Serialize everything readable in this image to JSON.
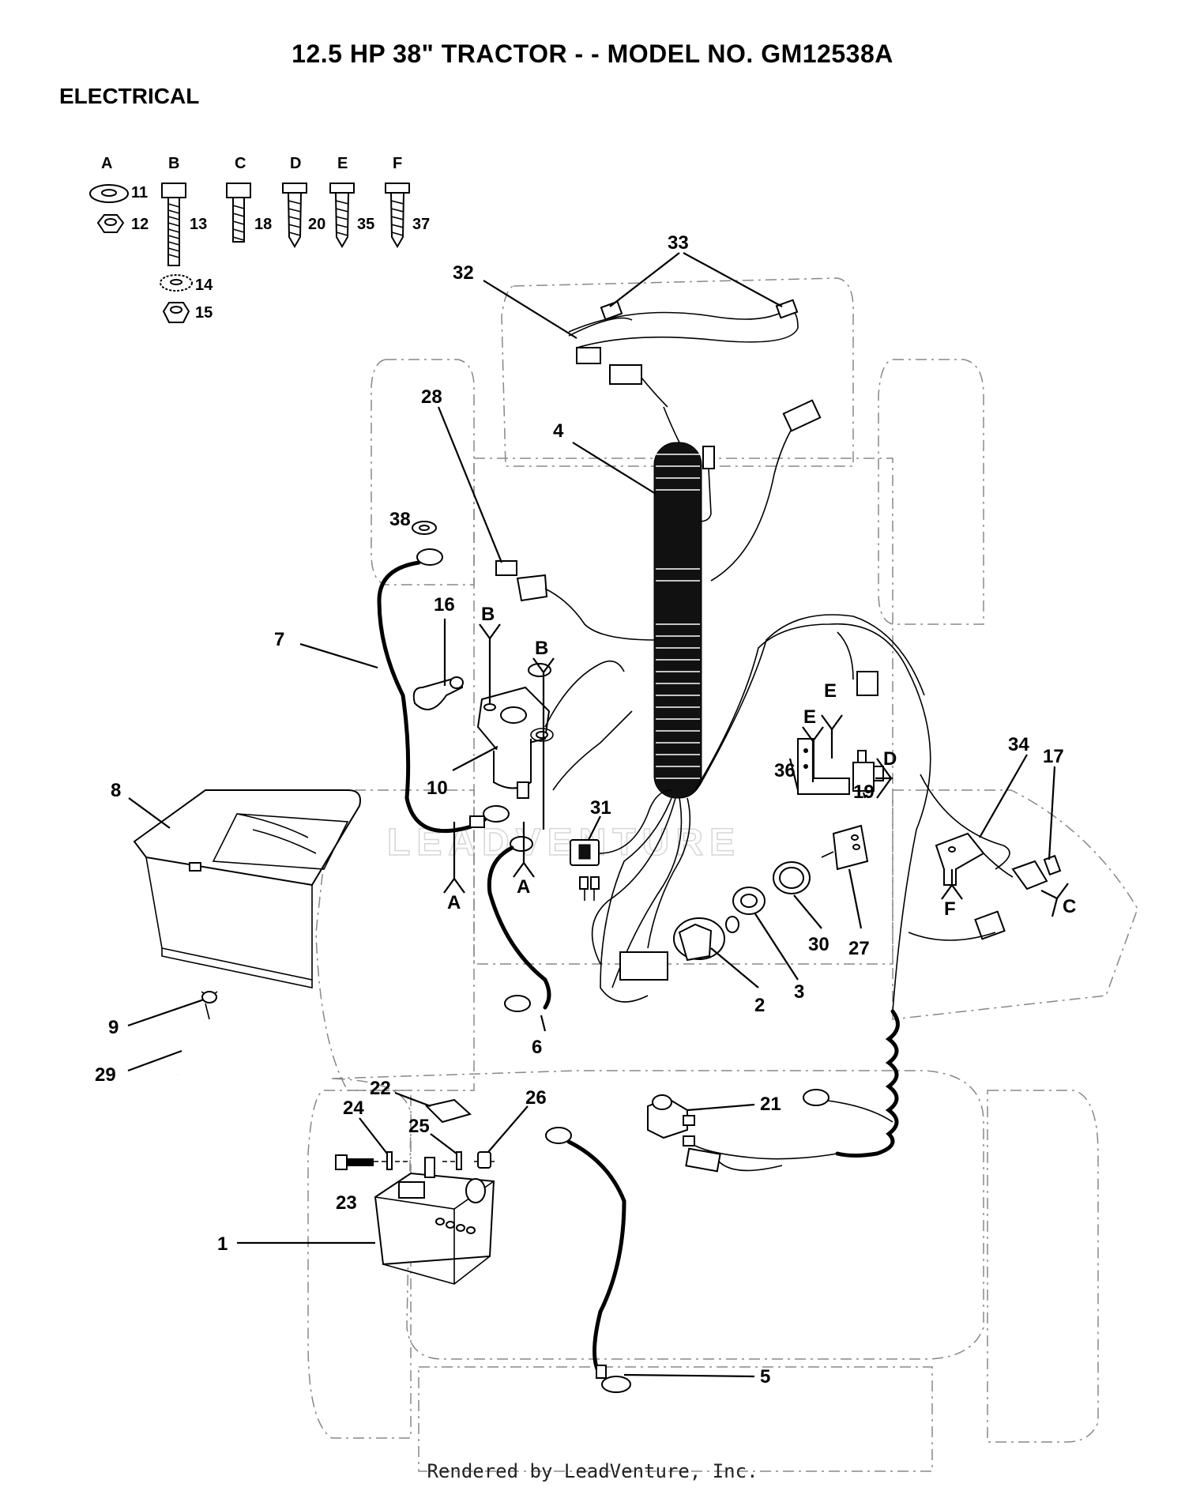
{
  "title": "12.5 HP 38\" TRACTOR - - MODEL NO.  GM12538A",
  "section": "ELECTRICAL",
  "footer": "Rendered by LeadVenture, Inc.",
  "watermark": "LEADVENTURE",
  "hardware_columns": [
    "A",
    "B",
    "C",
    "D",
    "E",
    "F"
  ],
  "hardware_numbers": [
    "11",
    "12",
    "13",
    "14",
    "15",
    "18",
    "20",
    "35",
    "37"
  ],
  "callouts": [
    "1",
    "2",
    "3",
    "4",
    "5",
    "6",
    "7",
    "8",
    "9",
    "10",
    "16",
    "17",
    "19",
    "21",
    "22",
    "23",
    "24",
    "25",
    "26",
    "27",
    "28",
    "29",
    "30",
    "31",
    "32",
    "33",
    "34",
    "36",
    "38"
  ],
  "ref_letters": [
    "A",
    "A",
    "B",
    "B",
    "C",
    "D",
    "E",
    "E",
    "F"
  ]
}
